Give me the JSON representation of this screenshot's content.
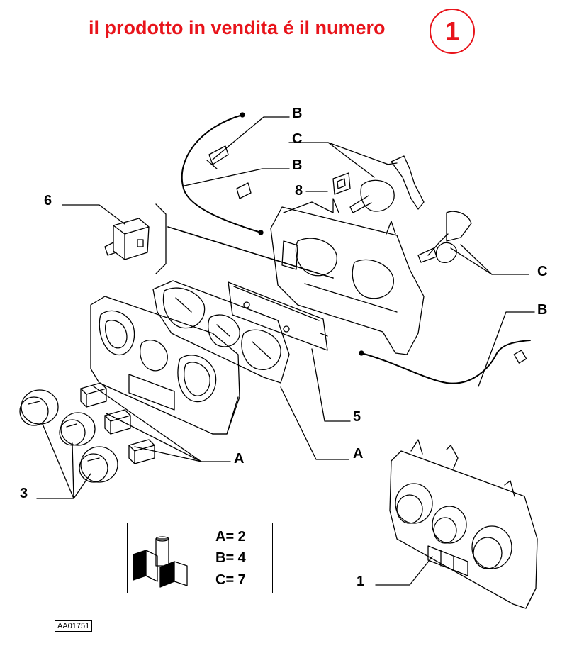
{
  "header": {
    "notice": "il prodotto in vendita é il numero",
    "badge_number": "1"
  },
  "callouts": {
    "b_top": "B",
    "c_top": "C",
    "b_mid": "B",
    "eight": "8",
    "six": "6",
    "c_right": "C",
    "b_right": "B",
    "five": "5",
    "a_left": "A",
    "a_right": "A",
    "three": "3",
    "one": "1"
  },
  "legend": {
    "rows": [
      "A=  2",
      "B=  4",
      "C=  7"
    ],
    "icon": "fiat-parts-packaging-icon"
  },
  "reference_code": "AA01751",
  "colors": {
    "accent": "#e8141b",
    "ink": "#000000"
  }
}
